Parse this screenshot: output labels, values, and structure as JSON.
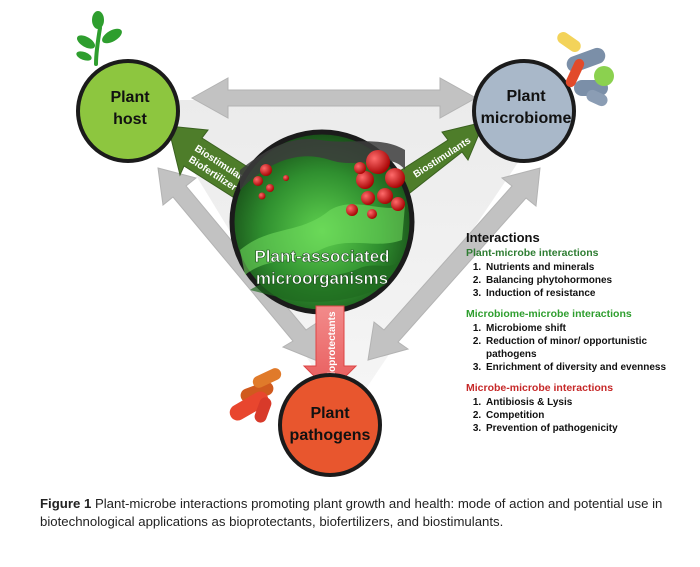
{
  "nodes": {
    "plant_host": {
      "line1": "Plant",
      "line2": "host",
      "color": "#8dc63f"
    },
    "plant_microbiome": {
      "line1": "Plant",
      "line2": "microbiome",
      "color": "#a9b8c9"
    },
    "plant_pathogens": {
      "line1": "Plant",
      "line2": "pathogens",
      "color": "#e8562e"
    },
    "center": {
      "line1": "Plant-associated",
      "line2": "microorganisms"
    }
  },
  "arrows": {
    "biofertilizers_line1": "Biostimulants/",
    "biofertilizers_line2": "Biofertilizers",
    "biostimulants": "Biostimulants",
    "bioprotectants": "Bioprotectants"
  },
  "legend": {
    "title": "Interactions",
    "groups": [
      {
        "title": "Plant-microbe interactions",
        "color": "#2e7d32",
        "items": [
          "Nutrients and minerals",
          "Balancing phytohormones",
          "Induction of resistance"
        ]
      },
      {
        "title": "Microbiome-microbe interactions",
        "color": "#2e9e2e",
        "items": [
          "Microbiome shift",
          "Reduction of minor/ opportunistic pathogens",
          "Enrichment of diversity and evenness"
        ]
      },
      {
        "title": "Microbe-microbe interactions",
        "color": "#c62828",
        "items": [
          "Antibiosis & Lysis",
          "Competition",
          "Prevention of pathogenicity"
        ]
      }
    ]
  },
  "caption": {
    "label": "Figure 1",
    "text": " Plant-microbe interactions promoting plant growth and health: mode of action and potential use in biotechnological applications as bioprotectants, biofertilizers, and biostimulants."
  },
  "icons": {
    "sprout": "sprout-icon",
    "microbes": "microbe-cluster-icon",
    "pathogens": "pathogen-cluster-icon"
  }
}
